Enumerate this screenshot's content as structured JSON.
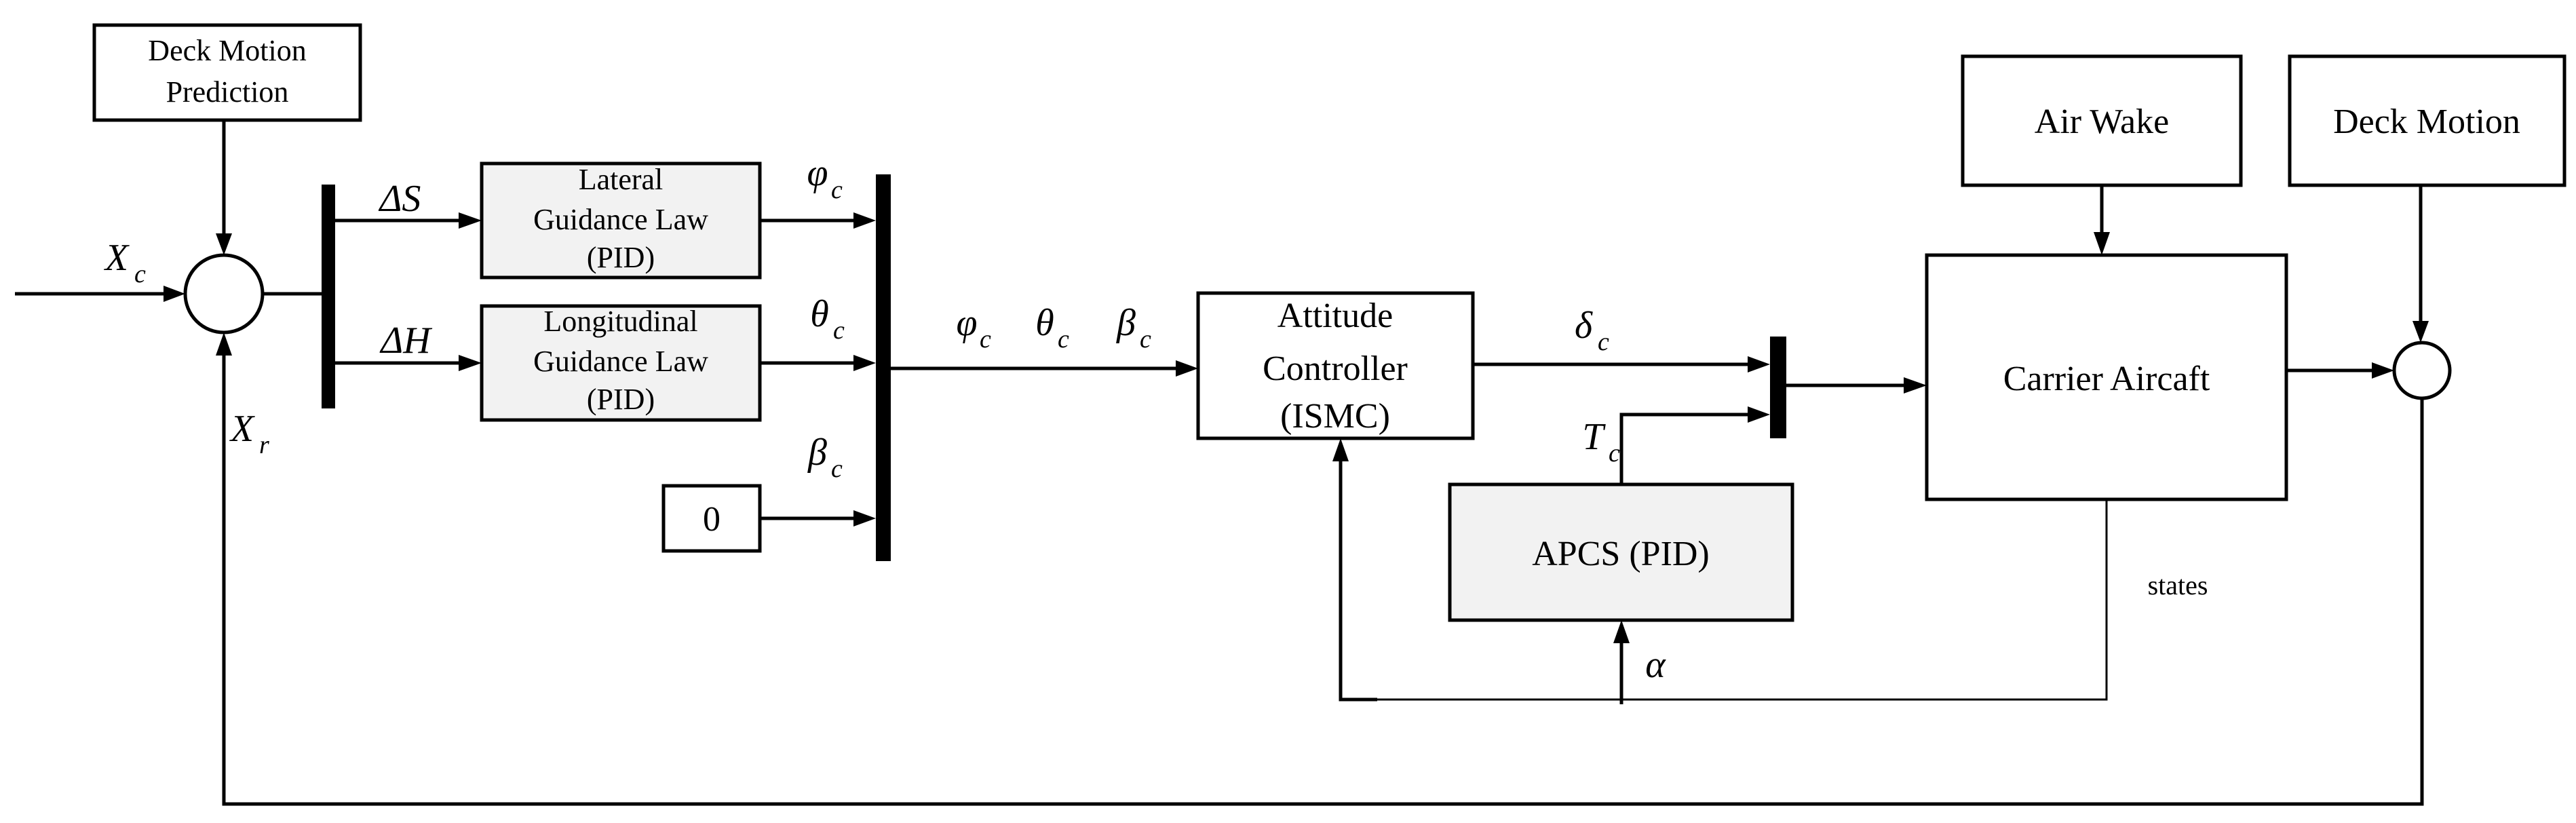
{
  "blocks": {
    "deck_motion_prediction": {
      "line1": "Deck Motion",
      "line2": "Prediction"
    },
    "lateral_guidance": {
      "line1": "Lateral",
      "line2": "Guidance Law",
      "line3": "(PID)"
    },
    "longitudinal_guidance": {
      "line1": "Longitudinal",
      "line2": "Guidance Law",
      "line3": "(PID)"
    },
    "zero_input": {
      "label": "0"
    },
    "attitude_controller": {
      "line1": "Attitude",
      "line2": "Controller",
      "line3": "(ISMC)"
    },
    "apcs": {
      "label": "APCS (PID)"
    },
    "air_wake": {
      "label": "Air Wake"
    },
    "deck_motion": {
      "label": "Deck Motion"
    },
    "carrier_aircraft": {
      "label": "Carrier Aircaft"
    }
  },
  "signals": {
    "xc": {
      "main": "X",
      "sub": "c"
    },
    "xr": {
      "main": "X",
      "sub": "r"
    },
    "delta_s": "ΔS",
    "delta_h": "ΔH",
    "phi_c": {
      "main": "φ",
      "sub": "c"
    },
    "theta_c": {
      "main": "θ",
      "sub": "c"
    },
    "beta_c": {
      "main": "β",
      "sub": "c"
    },
    "delta_c": {
      "main": "δ",
      "sub": "c"
    },
    "t_c": {
      "main": "T",
      "sub": "c"
    },
    "alpha": "α",
    "states": "states"
  }
}
